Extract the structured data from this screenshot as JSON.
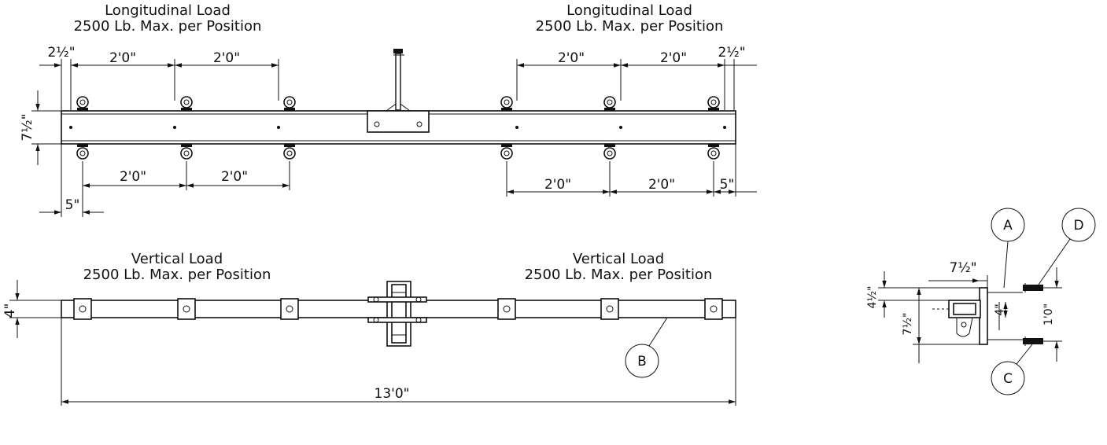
{
  "colors": {
    "line": "#111111",
    "background": "#ffffff"
  },
  "top_view": {
    "left_title": "Longitudinal Load",
    "left_sub": "2500 Lb. Max. per Position",
    "right_title": "Longitudinal Load",
    "right_sub": "2500 Lb. Max. per Position",
    "dim_top_left_end": "2½\"",
    "dim_top_right_end": "2½\"",
    "dim_top_spacing": [
      "2'0\"",
      "2'0\"",
      "2'0\"",
      "2'0\""
    ],
    "dim_bottom_spacing": [
      "2'0\"",
      "2'0\"",
      "2'0\"",
      "2'0\""
    ],
    "dim_left_offset": "5\"",
    "dim_right_offset": "5\"",
    "dim_height": "7½\""
  },
  "front_view": {
    "left_title": "Vertical Load",
    "left_sub": "2500 Lb. Max. per Position",
    "right_title": "Vertical Load",
    "right_sub": "2500 Lb. Max. per Position",
    "dim_height": "4\"",
    "dim_overall": "13'0\"",
    "callout_b": "B"
  },
  "end_view": {
    "dim_width": "7½\"",
    "dim_left_top": "4½\"",
    "dim_left_bottom": "7½\"",
    "dim_inner": "4\"",
    "dim_right": "1'0\"",
    "callout_a": "A",
    "callout_c": "C",
    "callout_d": "D"
  }
}
